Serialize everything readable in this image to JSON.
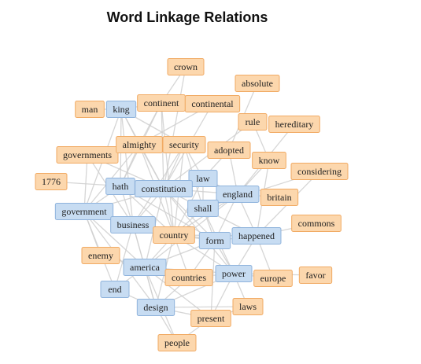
{
  "title": "Word Linkage Relations",
  "colors": {
    "orange_fill": "#fcd7ad",
    "orange_stroke": "#f1aa63",
    "blue_fill": "#c7dcf2",
    "blue_stroke": "#8fb3dc",
    "edge": "#cfcfcf"
  },
  "nodes": [
    {
      "label": "crown",
      "group": "orange"
    },
    {
      "label": "absolute",
      "group": "orange"
    },
    {
      "label": "man",
      "group": "orange"
    },
    {
      "label": "king",
      "group": "blue"
    },
    {
      "label": "continent",
      "group": "orange"
    },
    {
      "label": "continental",
      "group": "orange"
    },
    {
      "label": "rule",
      "group": "orange"
    },
    {
      "label": "hereditary",
      "group": "orange"
    },
    {
      "label": "governments",
      "group": "orange"
    },
    {
      "label": "almighty",
      "group": "orange"
    },
    {
      "label": "security",
      "group": "orange"
    },
    {
      "label": "adopted",
      "group": "orange"
    },
    {
      "label": "know",
      "group": "orange"
    },
    {
      "label": "considering",
      "group": "orange"
    },
    {
      "label": "1776",
      "group": "orange"
    },
    {
      "label": "law",
      "group": "blue"
    },
    {
      "label": "hath",
      "group": "blue"
    },
    {
      "label": "constitution",
      "group": "blue"
    },
    {
      "label": "england",
      "group": "blue"
    },
    {
      "label": "britain",
      "group": "orange"
    },
    {
      "label": "government",
      "group": "blue"
    },
    {
      "label": "shall",
      "group": "blue"
    },
    {
      "label": "business",
      "group": "blue"
    },
    {
      "label": "country",
      "group": "orange"
    },
    {
      "label": "commons",
      "group": "orange"
    },
    {
      "label": "form",
      "group": "blue"
    },
    {
      "label": "happened",
      "group": "blue"
    },
    {
      "label": "enemy",
      "group": "orange"
    },
    {
      "label": "america",
      "group": "blue"
    },
    {
      "label": "power",
      "group": "blue"
    },
    {
      "label": "favor",
      "group": "orange"
    },
    {
      "label": "countries",
      "group": "orange"
    },
    {
      "label": "europe",
      "group": "orange"
    },
    {
      "label": "end",
      "group": "blue"
    },
    {
      "label": "design",
      "group": "blue"
    },
    {
      "label": "laws",
      "group": "orange"
    },
    {
      "label": "present",
      "group": "orange"
    },
    {
      "label": "people",
      "group": "orange"
    }
  ],
  "edges": [
    [
      "man",
      "king"
    ],
    [
      "king",
      "continent"
    ],
    [
      "king",
      "almighty"
    ],
    [
      "king",
      "constitution"
    ],
    [
      "king",
      "hath"
    ],
    [
      "king",
      "government"
    ],
    [
      "king",
      "security"
    ],
    [
      "king",
      "business"
    ],
    [
      "crown",
      "continent"
    ],
    [
      "crown",
      "constitution"
    ],
    [
      "continent",
      "continental"
    ],
    [
      "continent",
      "almighty"
    ],
    [
      "continent",
      "constitution"
    ],
    [
      "continent",
      "hath"
    ],
    [
      "continent",
      "country"
    ],
    [
      "continental",
      "constitution"
    ],
    [
      "continental",
      "almighty"
    ],
    [
      "absolute",
      "adopted"
    ],
    [
      "rule",
      "know"
    ],
    [
      "hereditary",
      "england"
    ],
    [
      "rule",
      "constitution"
    ],
    [
      "governments",
      "constitution"
    ],
    [
      "governments",
      "business"
    ],
    [
      "governments",
      "government"
    ],
    [
      "governments",
      "security"
    ],
    [
      "almighty",
      "security"
    ],
    [
      "almighty",
      "constitution"
    ],
    [
      "almighty",
      "hath"
    ],
    [
      "almighty",
      "government"
    ],
    [
      "almighty",
      "country"
    ],
    [
      "security",
      "constitution"
    ],
    [
      "security",
      "law"
    ],
    [
      "security",
      "business"
    ],
    [
      "security",
      "country"
    ],
    [
      "security",
      "shall"
    ],
    [
      "adopted",
      "law"
    ],
    [
      "adopted",
      "england"
    ],
    [
      "know",
      "england"
    ],
    [
      "know",
      "happened"
    ],
    [
      "considering",
      "happened"
    ],
    [
      "considering",
      "shall"
    ],
    [
      "law",
      "constitution"
    ],
    [
      "law",
      "england"
    ],
    [
      "law",
      "shall"
    ],
    [
      "law",
      "country"
    ],
    [
      "hath",
      "constitution"
    ],
    [
      "hath",
      "government"
    ],
    [
      "hath",
      "business"
    ],
    [
      "hath",
      "country"
    ],
    [
      "hath",
      "form"
    ],
    [
      "constitution",
      "england"
    ],
    [
      "constitution",
      "shall"
    ],
    [
      "constitution",
      "business"
    ],
    [
      "constitution",
      "government"
    ],
    [
      "constitution",
      "country"
    ],
    [
      "constitution",
      "form"
    ],
    [
      "constitution",
      "america"
    ],
    [
      "constitution",
      "power"
    ],
    [
      "england",
      "britain"
    ],
    [
      "england",
      "shall"
    ],
    [
      "england",
      "country"
    ],
    [
      "england",
      "form"
    ],
    [
      "england",
      "happened"
    ],
    [
      "england",
      "america"
    ],
    [
      "shall",
      "form"
    ],
    [
      "shall",
      "country"
    ],
    [
      "shall",
      "happened"
    ],
    [
      "shall",
      "power"
    ],
    [
      "government",
      "business"
    ],
    [
      "government",
      "country"
    ],
    [
      "government",
      "america"
    ],
    [
      "government",
      "enemy"
    ],
    [
      "government",
      "design"
    ],
    [
      "government",
      "end"
    ],
    [
      "business",
      "country"
    ],
    [
      "business",
      "america"
    ],
    [
      "business",
      "end"
    ],
    [
      "business",
      "form"
    ],
    [
      "business",
      "design"
    ],
    [
      "country",
      "form"
    ],
    [
      "country",
      "america"
    ],
    [
      "country",
      "power"
    ],
    [
      "country",
      "countries"
    ],
    [
      "country",
      "design"
    ],
    [
      "country",
      "happened"
    ],
    [
      "form",
      "happened"
    ],
    [
      "form",
      "power"
    ],
    [
      "form",
      "america"
    ],
    [
      "form",
      "countries"
    ],
    [
      "form",
      "present"
    ],
    [
      "happened",
      "power"
    ],
    [
      "happened",
      "commons"
    ],
    [
      "happened",
      "europe"
    ],
    [
      "enemy",
      "america"
    ],
    [
      "america",
      "countries"
    ],
    [
      "america",
      "power"
    ],
    [
      "america",
      "design"
    ],
    [
      "america",
      "end"
    ],
    [
      "america",
      "people"
    ],
    [
      "america",
      "present"
    ],
    [
      "power",
      "europe"
    ],
    [
      "power",
      "countries"
    ],
    [
      "power",
      "favor"
    ],
    [
      "power",
      "laws"
    ],
    [
      "power",
      "design"
    ],
    [
      "power",
      "present"
    ],
    [
      "countries",
      "design"
    ],
    [
      "design",
      "end"
    ],
    [
      "design",
      "people"
    ],
    [
      "design",
      "present"
    ],
    [
      "laws",
      "present"
    ],
    [
      "present",
      "people"
    ],
    [
      "laws",
      "design"
    ],
    [
      "1776",
      "constitution"
    ]
  ]
}
